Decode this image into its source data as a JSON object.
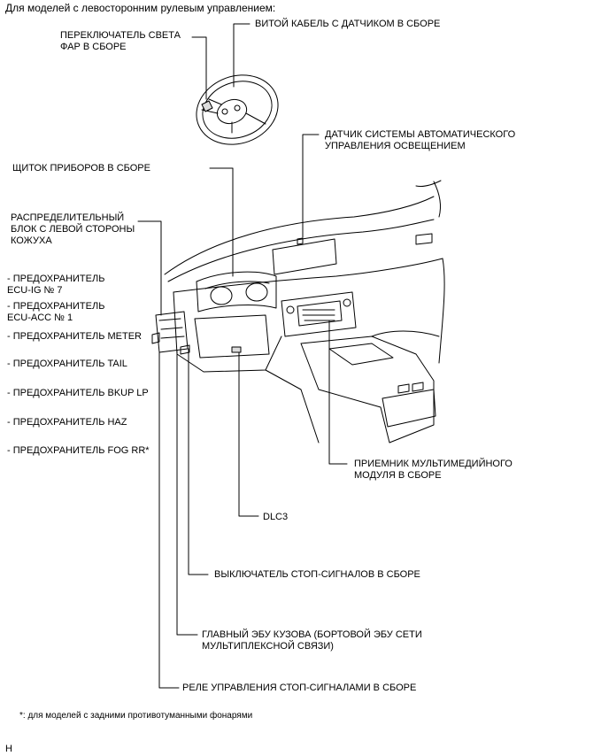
{
  "header": "Для моделей с левосторонним рулевым управлением:",
  "labels": {
    "headlight_switch": "ПЕРЕКЛЮЧАТЕЛЬ СВЕТА\nФАР В СБОРЕ",
    "spiral_cable": "ВИТОЙ КАБЕЛЬ С ДАТЧИКОМ В СБОРЕ",
    "light_control_sensor": "ДАТЧИК СИСТЕМЫ АВТОМАТИЧЕСКОГО\nУПРАВЛЕНИЯ ОСВЕЩЕНИЕМ",
    "combination_meter": "ЩИТОК ПРИБОРОВ В СБОРЕ",
    "junction_block": "РАСПРЕДЕЛИТЕЛЬНЫЙ\nБЛОК С ЛЕВОЙ СТОРОНЫ\nКОЖУХА",
    "multimedia_receiver": "ПРИЕМНИК МУЛЬТИМЕДИЙНОГО\nМОДУЛЯ В СБОРЕ",
    "dlc3": "DLC3",
    "stop_light_switch": "ВЫКЛЮЧАТЕЛЬ СТОП-СИГНАЛОВ В СБОРЕ",
    "main_body_ecu": "ГЛАВНЫЙ ЭБУ КУЗОВА (БОРТОВОЙ ЭБУ СЕТИ\nМУЛЬТИПЛЕКСНОЙ СВЯЗИ)",
    "stop_light_relay": "РЕЛЕ УПРАВЛЕНИЯ СТОП-СИГНАЛАМИ В СБОРЕ"
  },
  "fuses": [
    "- ПРЕДОХРАНИТЕЛЬ\nECU-IG № 7",
    "- ПРЕДОХРАНИТЕЛЬ\nECU-ACC № 1",
    "- ПРЕДОХРАНИТЕЛЬ METER",
    "- ПРЕДОХРАНИТЕЛЬ TAIL",
    "- ПРЕДОХРАНИТЕЛЬ BKUP LP",
    "- ПРЕДОХРАНИТЕЛЬ HAZ",
    "- ПРЕДОХРАНИТЕЛЬ FOG RR*"
  ],
  "footnote": "*: для моделей с задними противотуманными фонарями",
  "corner_mark": "H"
}
